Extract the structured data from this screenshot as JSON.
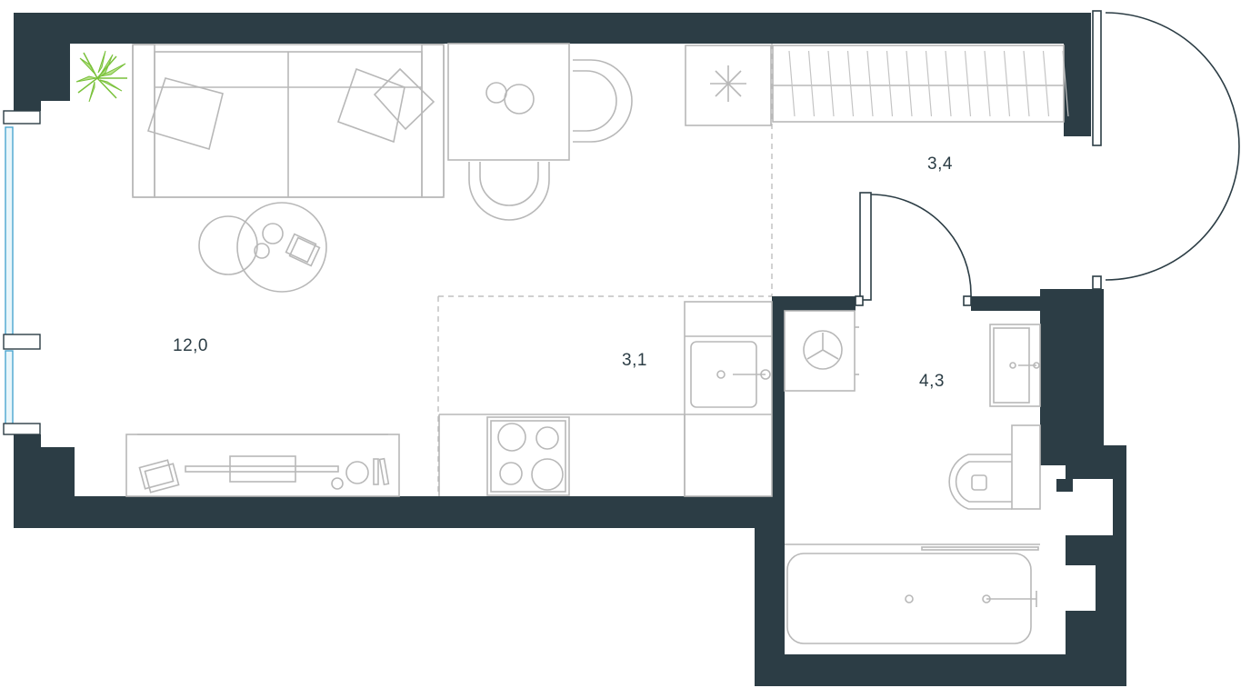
{
  "rooms": {
    "living": {
      "area": "12,0"
    },
    "kitchen": {
      "area": "3,1"
    },
    "hallway": {
      "area": "3,4"
    },
    "bathroom": {
      "area": "4,3"
    }
  },
  "colors": {
    "wall": "#2c3d45",
    "furniture": "#b8b8b8",
    "window_glass": "#4aa6cf",
    "plant": "#79c13a"
  },
  "icons": [
    "plant-icon",
    "washing-machine-icon",
    "stove-icon",
    "sink-icon",
    "toilet-icon",
    "bathtub-icon",
    "wardrobe-icon"
  ]
}
